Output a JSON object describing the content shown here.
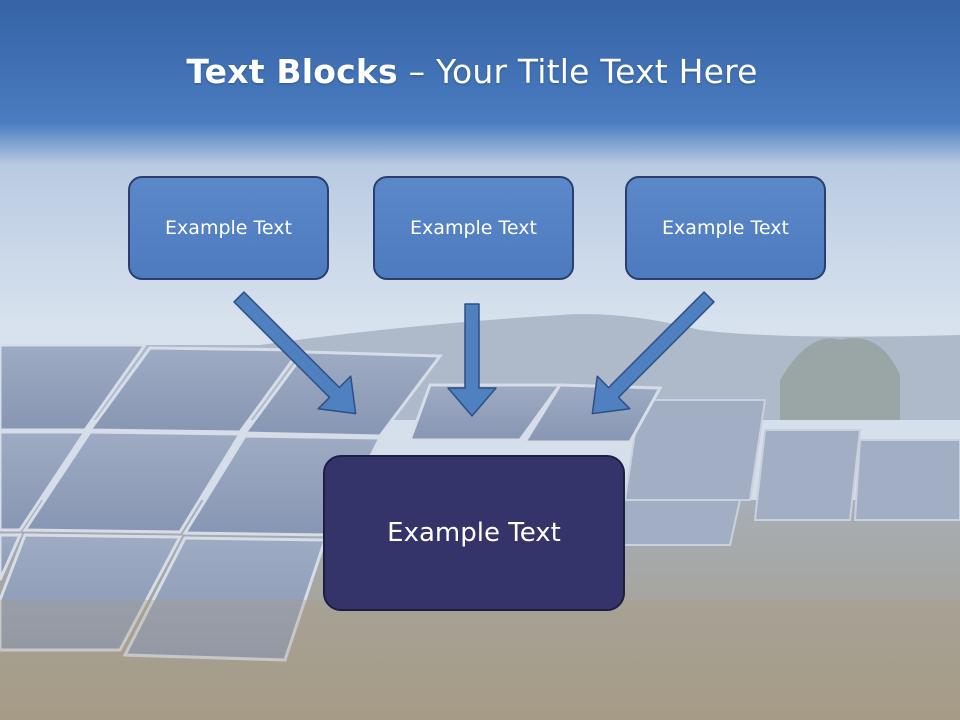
{
  "slide": {
    "title_bold": "Text Blocks",
    "title_rest": " – Your Title Text Here"
  },
  "boxes": {
    "left": "Example Text",
    "center": "Example Text",
    "right": "Example Text",
    "target": "Example Text"
  },
  "colors": {
    "header_blue": "#4778bb",
    "box_fill": "#5482c4",
    "box_border": "#2a3f6e",
    "target_fill": "#35346a",
    "arrow_fill": "#4f80c0"
  },
  "icons": {
    "background": "solar-panel-field-photo"
  }
}
